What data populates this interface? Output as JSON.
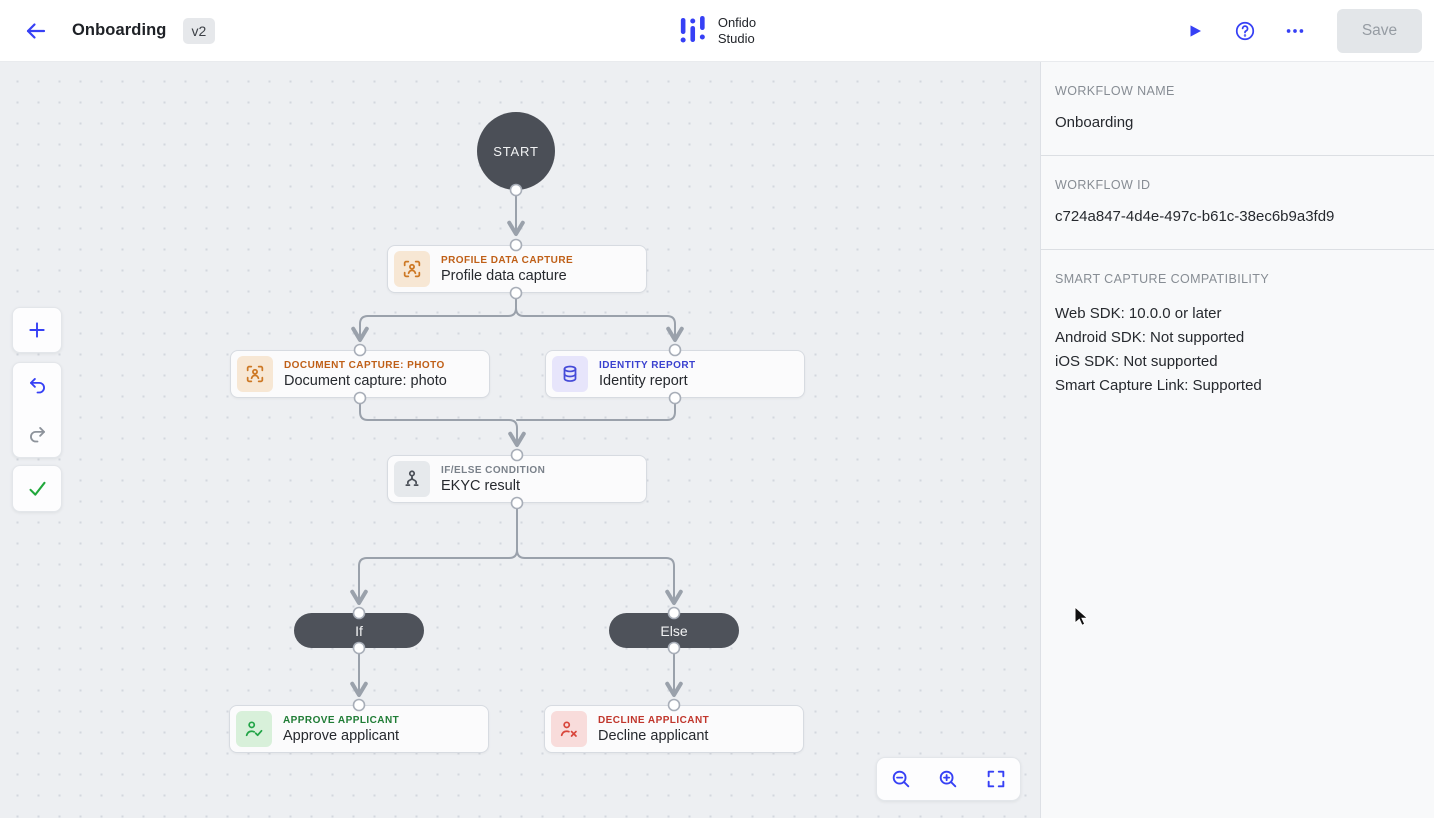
{
  "header": {
    "title": "Onboarding",
    "version_badge": "v2",
    "logo_line1": "Onfido",
    "logo_line2": "Studio",
    "save_label": "Save"
  },
  "canvas": {
    "start_label": "START",
    "nodes": [
      {
        "category": "PROFILE DATA CAPTURE",
        "title": "Profile data capture",
        "icon": "person-scan-icon",
        "theme": "orange"
      },
      {
        "category": "DOCUMENT CAPTURE: PHOTO",
        "title": "Document capture: photo",
        "icon": "person-scan-icon",
        "theme": "orange"
      },
      {
        "category": "IDENTITY REPORT",
        "title": "Identity report",
        "icon": "database-icon",
        "theme": "indigo"
      },
      {
        "category": "IF/ELSE CONDITION",
        "title": "EKYC result",
        "icon": "branch-icon",
        "theme": "gray"
      },
      {
        "category": "APPROVE APPLICANT",
        "title": "Approve applicant",
        "icon": "person-check-icon",
        "theme": "green"
      },
      {
        "category": "DECLINE APPLICANT",
        "title": "Decline applicant",
        "icon": "person-x-icon",
        "theme": "red"
      }
    ],
    "branch_labels": {
      "if": "If",
      "else": "Else"
    }
  },
  "sidebar": {
    "workflow_name_label": "WORKFLOW NAME",
    "workflow_name": "Onboarding",
    "workflow_id_label": "WORKFLOW ID",
    "workflow_id": "c724a847-4d4e-497c-b61c-38ec6b9a3fd9",
    "compatibility_label": "SMART CAPTURE COMPATIBILITY",
    "compatibility": [
      "Web SDK: 10.0.0 or later",
      "Android SDK: Not supported",
      "iOS SDK: Not supported",
      "Smart Capture Link: Supported"
    ]
  },
  "colors": {
    "accent_blue": "#3640f5",
    "node_dark": "#4b4f57",
    "connector_gray": "#9aa1ab",
    "orange_label": "#bf5f17",
    "indigo_label": "#3a41cf",
    "green_label": "#1f7c35",
    "red_label": "#c0362c",
    "check_green": "#21a83c"
  }
}
